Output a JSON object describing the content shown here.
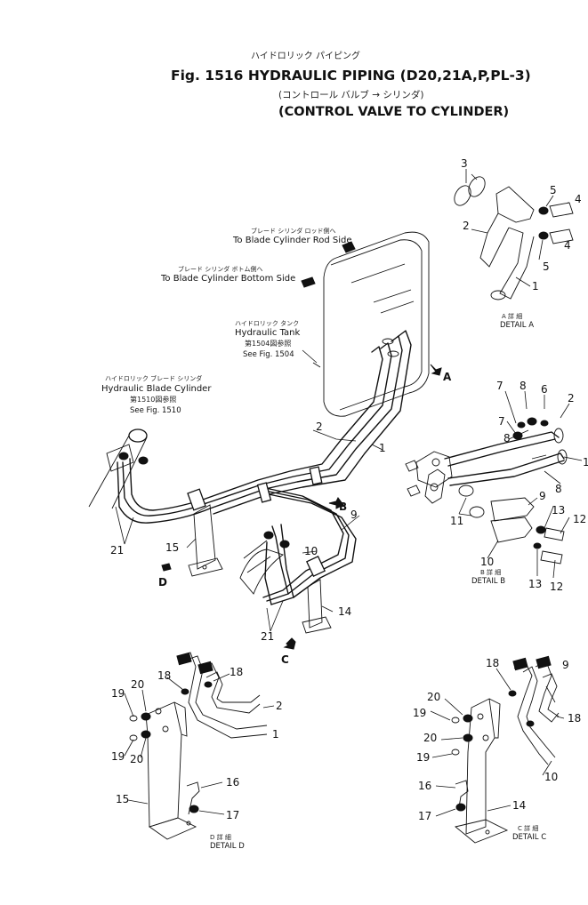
{
  "header": {
    "jp_line1": "ハイドロリック パイピング",
    "title": "Fig. 1516 HYDRAULIC PIPING (D20,21A,P,PL-3)",
    "jp_line2": "(コントロール バルブ → シリンダ)",
    "subtitle": "(CONTROL VALVE TO CYLINDER)"
  },
  "callouts": {
    "rod_side_jp": "ブレード シリンダ ロッド側へ",
    "rod_side": "To Blade Cylinder Rod Side",
    "bottom_side_jp": "ブレード シリンダ ボトム側へ",
    "bottom_side": "To Blade Cylinder Bottom Side",
    "tank_jp": "ハイドロリック タンク",
    "tank": "Hydraulic Tank",
    "tank_ref_jp": "第1504図参照",
    "tank_ref": "See Fig. 1504",
    "cyl_jp": "ハイドロリック ブレード シリンダ",
    "cyl": "Hydraulic Blade Cylinder",
    "cyl_ref_jp": "第1510図参照",
    "cyl_ref": "See Fig. 1510"
  },
  "details": {
    "a_jp": "A 詳 細",
    "a": "DETAIL A",
    "b_jp": "B 詳 細",
    "b": "DETAIL B",
    "c_jp": "C 詳 細",
    "c": "DETAIL C",
    "d_jp": "D 詳 細",
    "d": "DETAIL D"
  },
  "view_arrows": {
    "a": "A",
    "b": "B",
    "c": "C",
    "d": "D"
  },
  "part_numbers": {
    "main": [
      "2",
      "1",
      "9",
      "10",
      "15",
      "21",
      "21",
      "14"
    ],
    "detail_a": [
      "3",
      "2",
      "5",
      "4",
      "4",
      "5",
      "1"
    ],
    "detail_b": [
      "7",
      "8",
      "6",
      "2",
      "7",
      "8",
      "1",
      "8",
      "9",
      "13",
      "12",
      "11",
      "10",
      "13",
      "12"
    ],
    "detail_d": [
      "18",
      "18",
      "20",
      "19",
      "2",
      "1",
      "19",
      "20",
      "16",
      "15",
      "17"
    ],
    "detail_c": [
      "18",
      "9",
      "20",
      "19",
      "18",
      "20",
      "19",
      "10",
      "16",
      "14",
      "17"
    ]
  }
}
